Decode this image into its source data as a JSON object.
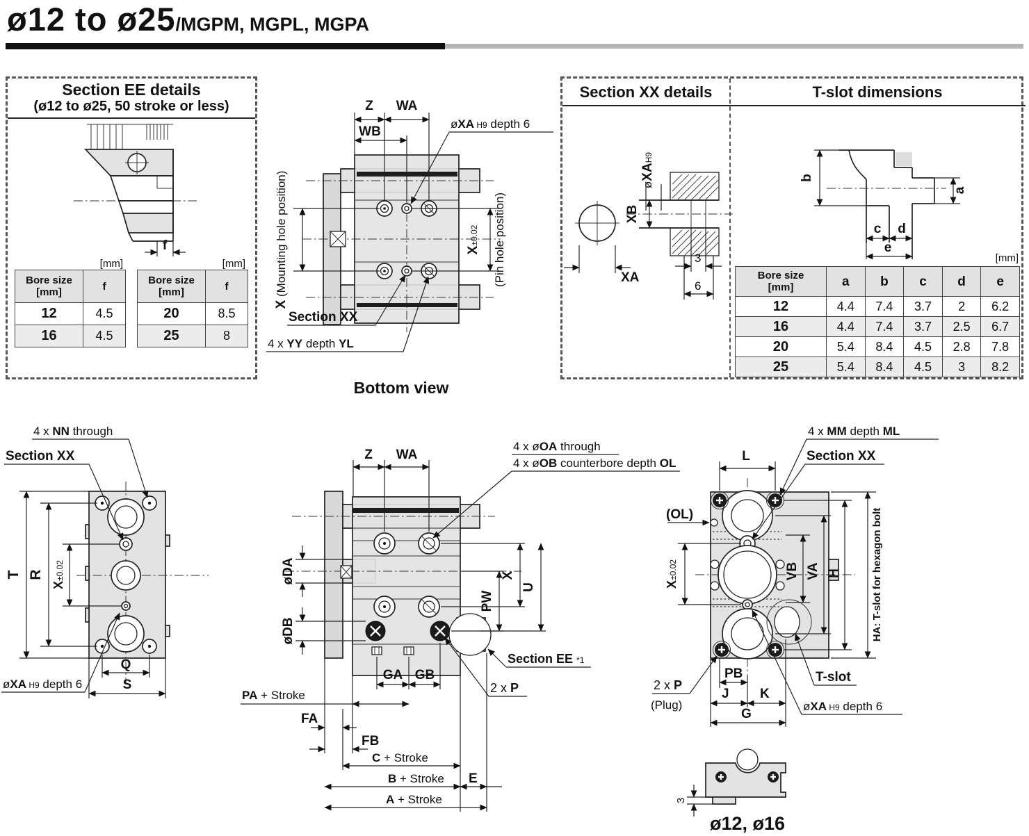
{
  "header": {
    "title_bore": "ø12 to ø25",
    "title_series": "/MGPM, MGPL, MGPA"
  },
  "section_ee": {
    "title": "Section EE details",
    "subtitle": "(ø12 to ø25, 50 stroke or less)",
    "unit": "[mm]",
    "f_dim": "f",
    "col_bore": "Bore size\n[mm]",
    "col_f": "f",
    "table_left": {
      "rows": [
        [
          "12",
          "4.5"
        ],
        [
          "16",
          "4.5"
        ]
      ]
    },
    "table_right": {
      "rows": [
        [
          "20",
          "8.5"
        ],
        [
          "25",
          "8"
        ]
      ]
    }
  },
  "bottom_view": {
    "caption": "Bottom view",
    "z": "Z",
    "wa": "WA",
    "wb": "WB",
    "xa_depth": [
      "ø",
      "XA",
      " H9",
      " depth 6"
    ],
    "x_mount": [
      "X",
      " (Mounting hole position)"
    ],
    "x_pin": [
      "X",
      "±0.02"
    ],
    "pin_pos": "(Pin hole position)",
    "section_xx": "Section XX",
    "yy": [
      "4 x ",
      "YY",
      " depth ",
      "YL"
    ]
  },
  "section_xx_panel": {
    "title": "Section XX details",
    "xa": "XA",
    "oxa": [
      "ø",
      "XA",
      "H9"
    ],
    "xb": "XB",
    "d3": "3",
    "d6": "6"
  },
  "t_slot_panel": {
    "title": "T-slot dimensions",
    "unit": "[mm]",
    "a": "a",
    "b": "b",
    "c": "c",
    "d": "d",
    "e": "e",
    "table": {
      "col_bore": "Bore size\n[mm]",
      "cols": [
        "a",
        "b",
        "c",
        "d",
        "e"
      ],
      "rows": [
        [
          "12",
          "4.4",
          "7.4",
          "3.7",
          "2",
          "6.2"
        ],
        [
          "16",
          "4.4",
          "7.4",
          "3.7",
          "2.5",
          "6.7"
        ],
        [
          "20",
          "5.4",
          "8.4",
          "4.5",
          "2.8",
          "7.8"
        ],
        [
          "25",
          "5.4",
          "8.4",
          "4.5",
          "3",
          "8.2"
        ]
      ]
    }
  },
  "left_view": {
    "nn": [
      "4 x ",
      "NN",
      " through"
    ],
    "section_xx": "Section XX",
    "t": "T",
    "r": "R",
    "x_tol": [
      "X",
      "±0.02"
    ],
    "q": "Q",
    "s": "S",
    "xa_depth": [
      "ø",
      "XA",
      " H9",
      " depth 6"
    ]
  },
  "front_view": {
    "z": "Z",
    "wa": "WA",
    "oa": [
      "4 x ø",
      "OA",
      " through"
    ],
    "ob": [
      "4 x ø",
      "OB",
      " counterbore depth ",
      "OL"
    ],
    "da": "øDA",
    "db": "øDB",
    "pw": "PW",
    "x": "X",
    "u": "U",
    "ga": "GA",
    "gb": "GB",
    "pa": [
      "PA",
      " + Stroke"
    ],
    "fa": "FA",
    "fb": "FB",
    "c": [
      "C",
      " + Stroke"
    ],
    "b": [
      "B",
      " + Stroke"
    ],
    "e": "E",
    "a": [
      "A",
      " + Stroke"
    ],
    "p2": [
      "2 x ",
      "P"
    ],
    "section_ee": [
      "Section EE ",
      "*1"
    ]
  },
  "side_view": {
    "mm": [
      "4 x ",
      "MM",
      " depth ",
      "ML"
    ],
    "section_xx": "Section XX",
    "l": "L",
    "ol": "(OL)",
    "x_tol": [
      "X",
      "±0.02"
    ],
    "vb": "VB",
    "va": "VA",
    "h": "H",
    "ha": "HA: T-slot for hexagon bolt",
    "pb": "PB",
    "j": "J",
    "k": "K",
    "g": "G",
    "p2": [
      "2 x ",
      "P"
    ],
    "plug": "(Plug)",
    "t_slot": "T-slot",
    "xa_depth": [
      "ø",
      "XA",
      " H9",
      " depth 6"
    ],
    "d3": "3",
    "caption": "ø12, ø16"
  }
}
